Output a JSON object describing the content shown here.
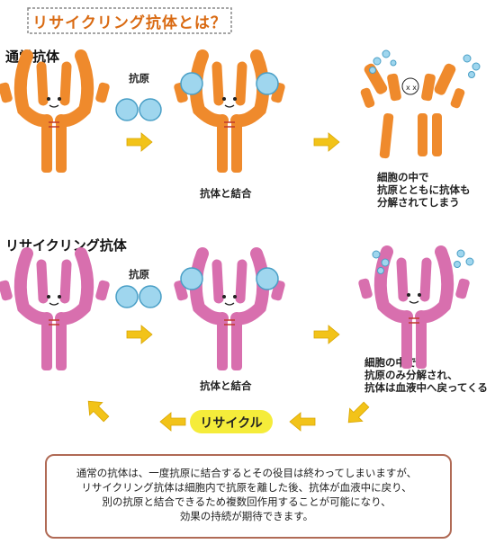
{
  "title": "リサイクリング抗体とは？",
  "normal": {
    "heading": "通常抗体",
    "antigen_label": "抗原",
    "bind_label": "抗体と結合",
    "result_lines": [
      "細胞の中で",
      "抗原とともに抗体も",
      "分解されてしまう"
    ]
  },
  "recycling": {
    "heading": "リサイクリング抗体",
    "antigen_label": "抗原",
    "bind_label": "抗体と結合",
    "result_lines": [
      "細胞の中で",
      "抗原のみ分解され、",
      "抗体は血液中へ戻ってくる"
    ],
    "recycle_label": "リサイクル"
  },
  "note_lines": [
    "通常の抗体は、一度抗原に結合するとその役目は終わってしまいますが、",
    "リサイクリング抗体は細胞内で抗原を離した後、抗体が血液中に戻り、",
    "別の抗原と結合できるため複数回作用することが可能になり、",
    "効果の持続が期待できます。"
  ],
  "colors": {
    "title": "#d96a12",
    "normal_antibody": "#ef8a2c",
    "recycling_antibody": "#d86fae",
    "antigen": "#9fd6ee",
    "arrow": "#f2c319",
    "recycle_highlight": "#f5ec3a",
    "note_border": "#b06a55"
  }
}
